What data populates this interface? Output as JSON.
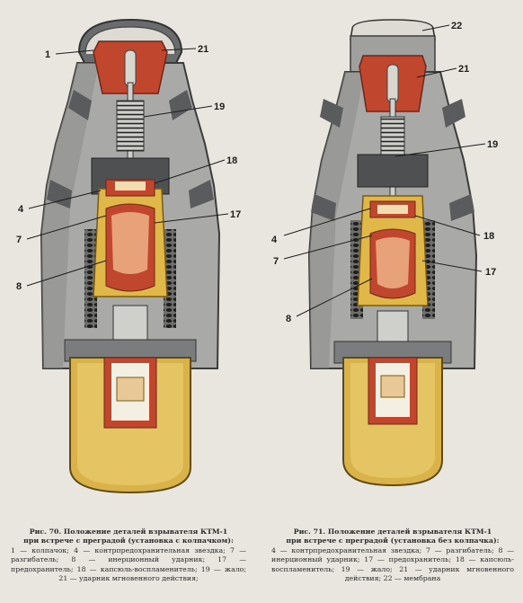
{
  "figures": [
    {
      "id": "fig70",
      "title": "Рис. 70. Положение деталей взрывателя КТМ-1",
      "subtitle": "при встрече с преградой (установка с колпачком):",
      "legend": "1 — колпачок; 4 — контрпредохранительная звездка; 7 — разгибатель; 8 — инерционный ударник; 17 — предохранитель; 18 — капсюль-воспламенитель; 19 — жало; 21 — ударник мгновенного действия;",
      "callouts": [
        "1",
        "21",
        "19",
        "18",
        "4",
        "17",
        "7",
        "8"
      ]
    },
    {
      "id": "fig71",
      "title": "Рис. 71. Положение деталей взрывателя КТМ-1",
      "subtitle": "при встрече с преградой (установка без колпачка):",
      "legend": "4 — контрпредохранительная звездка; 7 — разгибатель; 8 — инерционный ударник; 17 — предохранитель; 18 — капсюль-воспламенитель; 19 — жало; 21 — ударник мгновенного действия; 22 — мембрана",
      "callouts": [
        "22",
        "21",
        "19",
        "4",
        "18",
        "7",
        "17",
        "8"
      ]
    }
  ],
  "colors": {
    "body_metal": "#a9a9a7",
    "body_dark": "#5f6062",
    "striker_red": "#c0472e",
    "brass_yellow": "#e0b84a",
    "charge_yellow": "#d9b24a",
    "inner_white": "#f3efe3"
  }
}
